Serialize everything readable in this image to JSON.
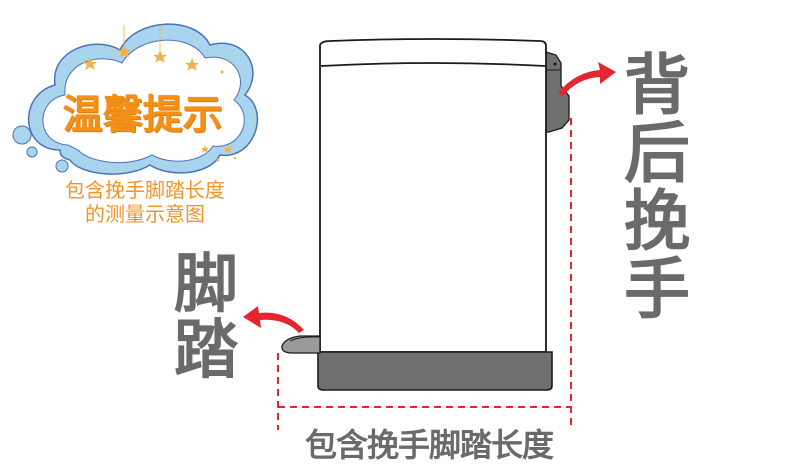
{
  "tip_bubble": {
    "title": "温馨提示",
    "subtitle_line1": "包含挽手脚踏长度",
    "subtitle_line2": "的测量示意图",
    "title_color": "#f29018",
    "cloud_fill": "#a9d4ee",
    "cloud_outline": "#4a73b8",
    "star_color": "#f2b04a"
  },
  "labels": {
    "back_handle": "背后挽手",
    "foot_pedal": "脚踏",
    "total_length": "包含挽手脚踏长度"
  },
  "colors": {
    "label_gray": "#6a6a6a",
    "arrow_red": "#e3262f",
    "dash_red": "#e3262f",
    "bin_dark": "#707070",
    "bin_outline": "#1a1a1a"
  },
  "icons": {
    "arrow_back": "curved-arrow-right-icon",
    "arrow_foot": "curved-arrow-left-icon",
    "bin": "pedal-trash-bin-icon"
  }
}
